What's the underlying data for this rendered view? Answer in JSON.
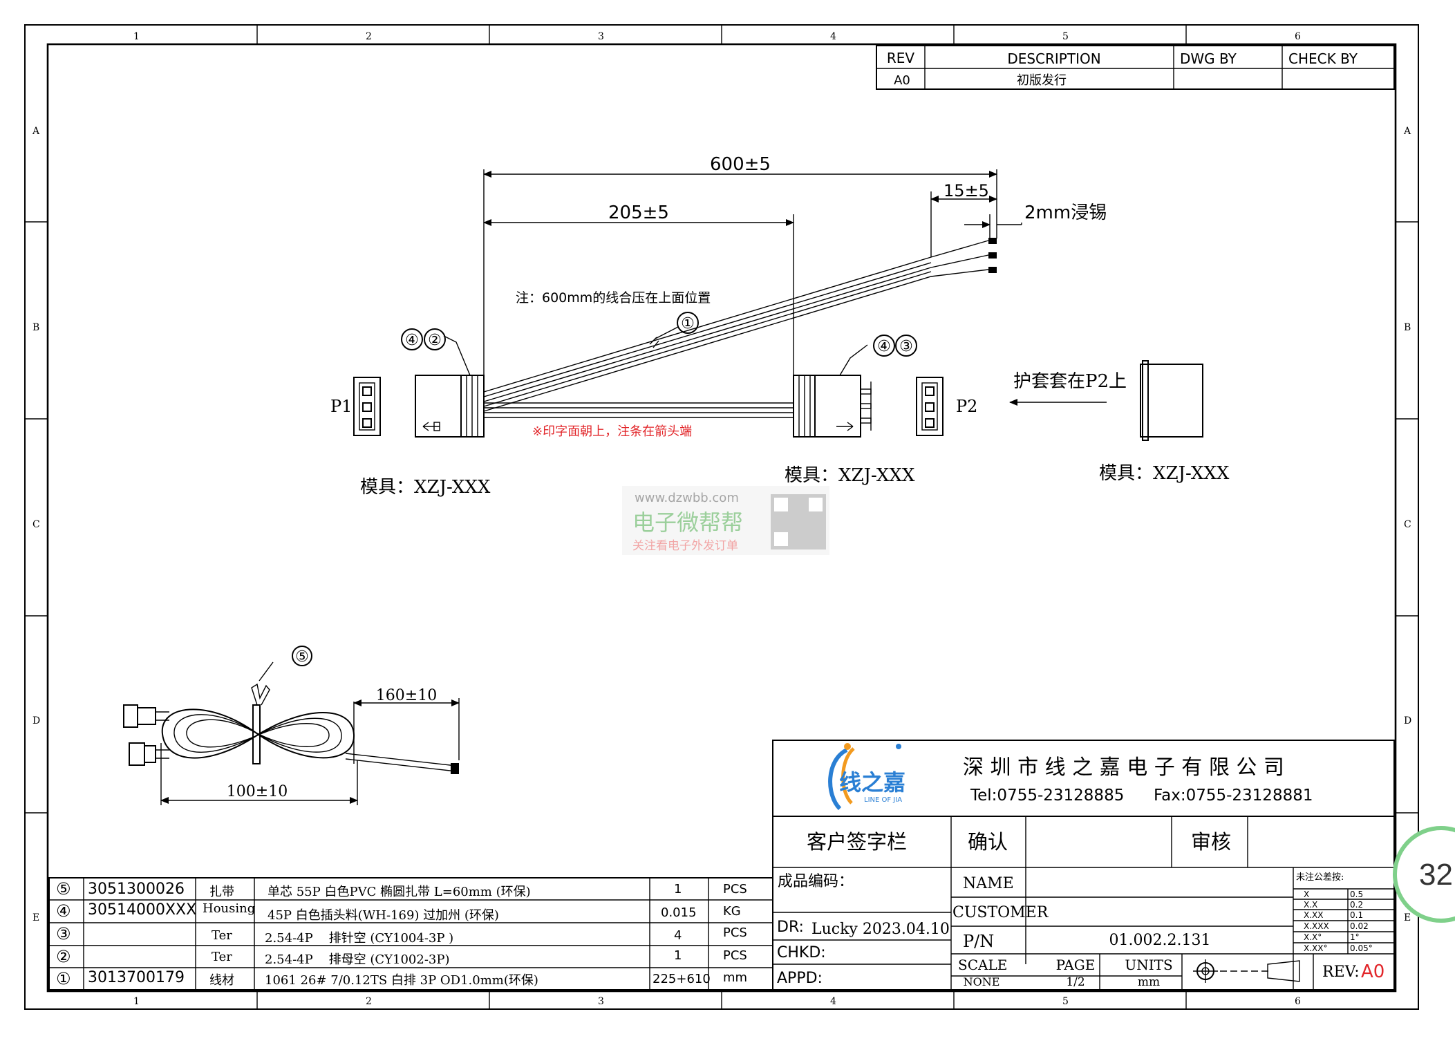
{
  "frame": {
    "col_labels": [
      "1",
      "2",
      "3",
      "4",
      "5",
      "6"
    ],
    "row_labels": [
      "A",
      "B",
      "C",
      "D",
      "E"
    ]
  },
  "revision": {
    "headers": [
      "REV",
      "DESCRIPTION",
      "DWG BY",
      "CHECK BY"
    ],
    "row": [
      "A0",
      "初版发行",
      "",
      ""
    ]
  },
  "drawing": {
    "dim_total": "600±5",
    "dim_branch": "205±5",
    "dim_strip": "15±5",
    "tin_note": "2mm浸锡",
    "press_note": "注：600mm的线合压在上面位置",
    "print_note": "※印字面朝上，注条在箭头端",
    "p1_label": "P1",
    "p2_label": "P2",
    "sleeve_note": "护套套在P2上",
    "mold_1": "模具：XZJ-XXX",
    "mold_2": "模具：XZJ-XXX",
    "mold_3": "模具：XZJ-XXX",
    "callouts": [
      "①",
      "④",
      "②",
      "④",
      "③",
      "⑤"
    ],
    "tie_dim_length": "160±10",
    "tie_dim_width": "100±10"
  },
  "watermark": {
    "url": "www.dzwbb.com",
    "name": "电子微帮帮",
    "slogan": "关注看电子外发订单"
  },
  "title_block": {
    "logo_text": "线之嘉",
    "logo_sub": "LINE OF JIA",
    "company": "深 圳 市 线 之 嘉 电 子 有 限 公 司",
    "tel": "Tel:0755-23128885",
    "fax": "Fax:0755-23128881",
    "customer_sign": "客户签字栏",
    "confirm": "确认",
    "review": "审核",
    "product_code": "成品编码：",
    "dr": "DR:",
    "dr_value": "Lucky 2023.04.10",
    "chkd": "CHKD:",
    "appd": "APPD:",
    "name_label": "NAME",
    "customer_label": "CUSTOMER",
    "pn_label": "P/N",
    "pn_value": "01.002.2.131",
    "scale_label": "SCALE",
    "scale_value": "NONE",
    "page_label": "PAGE",
    "page_value": "1/2",
    "units_label": "UNITS",
    "units_value": "mm",
    "rev_label": "REV:",
    "rev_value": "A0",
    "tolerance_title": "未注公差按:",
    "tolerances": [
      [
        "X",
        "0.5"
      ],
      [
        "X.X",
        "0.2"
      ],
      [
        "X.XX",
        "0.1"
      ],
      [
        "X.XXX",
        "0.02"
      ],
      [
        "X.X°",
        "1°"
      ],
      [
        "X.XX°",
        "0.05°"
      ]
    ]
  },
  "bom": [
    {
      "no": "⑤",
      "code": "3051300026",
      "name": "扎带",
      "desc": "单芯 55P 白色PVC 椭圆扎带 L=60mm (环保)",
      "qty": "1",
      "unit": "PCS"
    },
    {
      "no": "④",
      "code": "30514000XXX",
      "name": "Housing",
      "desc": "45P 白色插头料(WH-169) 过加州 (环保)",
      "qty": "0.015",
      "unit": "KG"
    },
    {
      "no": "③",
      "code": "",
      "name": "Ter",
      "desc": "2.54-4P    排针空 (CY1004-3P )",
      "qty": "4",
      "unit": "PCS"
    },
    {
      "no": "②",
      "code": "",
      "name": "Ter",
      "desc": "2.54-4P    排母空 (CY1002-3P)",
      "qty": "1",
      "unit": "PCS"
    },
    {
      "no": "①",
      "code": "3013700179",
      "name": "线材",
      "desc": "1061 26# 7/0.12TS 白排 3P OD1.0mm(环保)",
      "qty": "225+610",
      "unit": "mm"
    }
  ],
  "badge": "32"
}
